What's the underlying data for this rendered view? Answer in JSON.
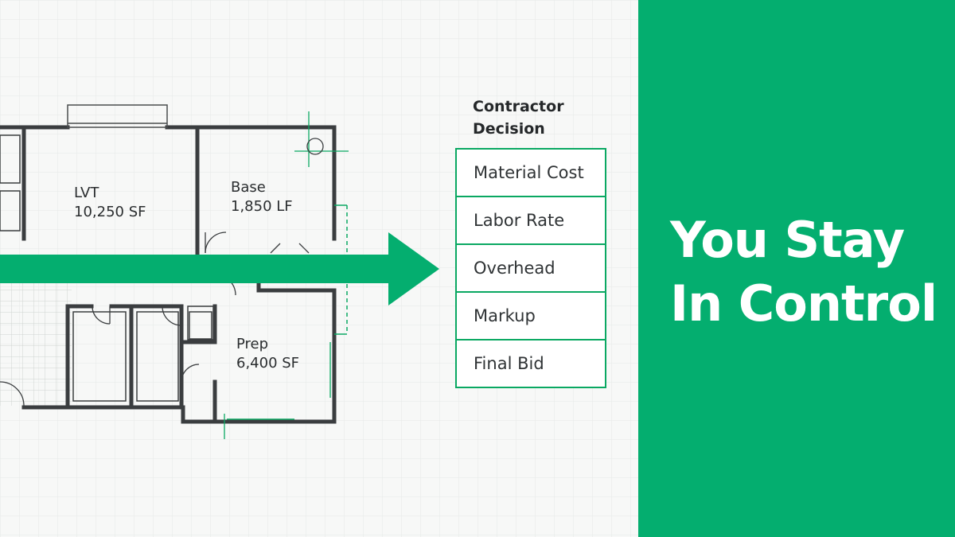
{
  "floor_plan": {
    "rooms": [
      {
        "name": "LVT",
        "quantity": "10,250 SF"
      },
      {
        "name": "Base",
        "quantity": "1,850 LF"
      },
      {
        "name": "Prep",
        "quantity": "6,400 SF"
      }
    ]
  },
  "decision": {
    "title_line1": "Contractor",
    "title_line2": "Decision",
    "items": [
      "Material Cost",
      "Labor Rate",
      "Overhead",
      "Markup",
      "Final Bid"
    ]
  },
  "headline": {
    "line1": "You Stay",
    "line2": "In Control"
  },
  "colors": {
    "accent": "#04ae6f",
    "wall": "#3a3d3f",
    "background": "#f7f8f7",
    "text": "#25282a"
  }
}
